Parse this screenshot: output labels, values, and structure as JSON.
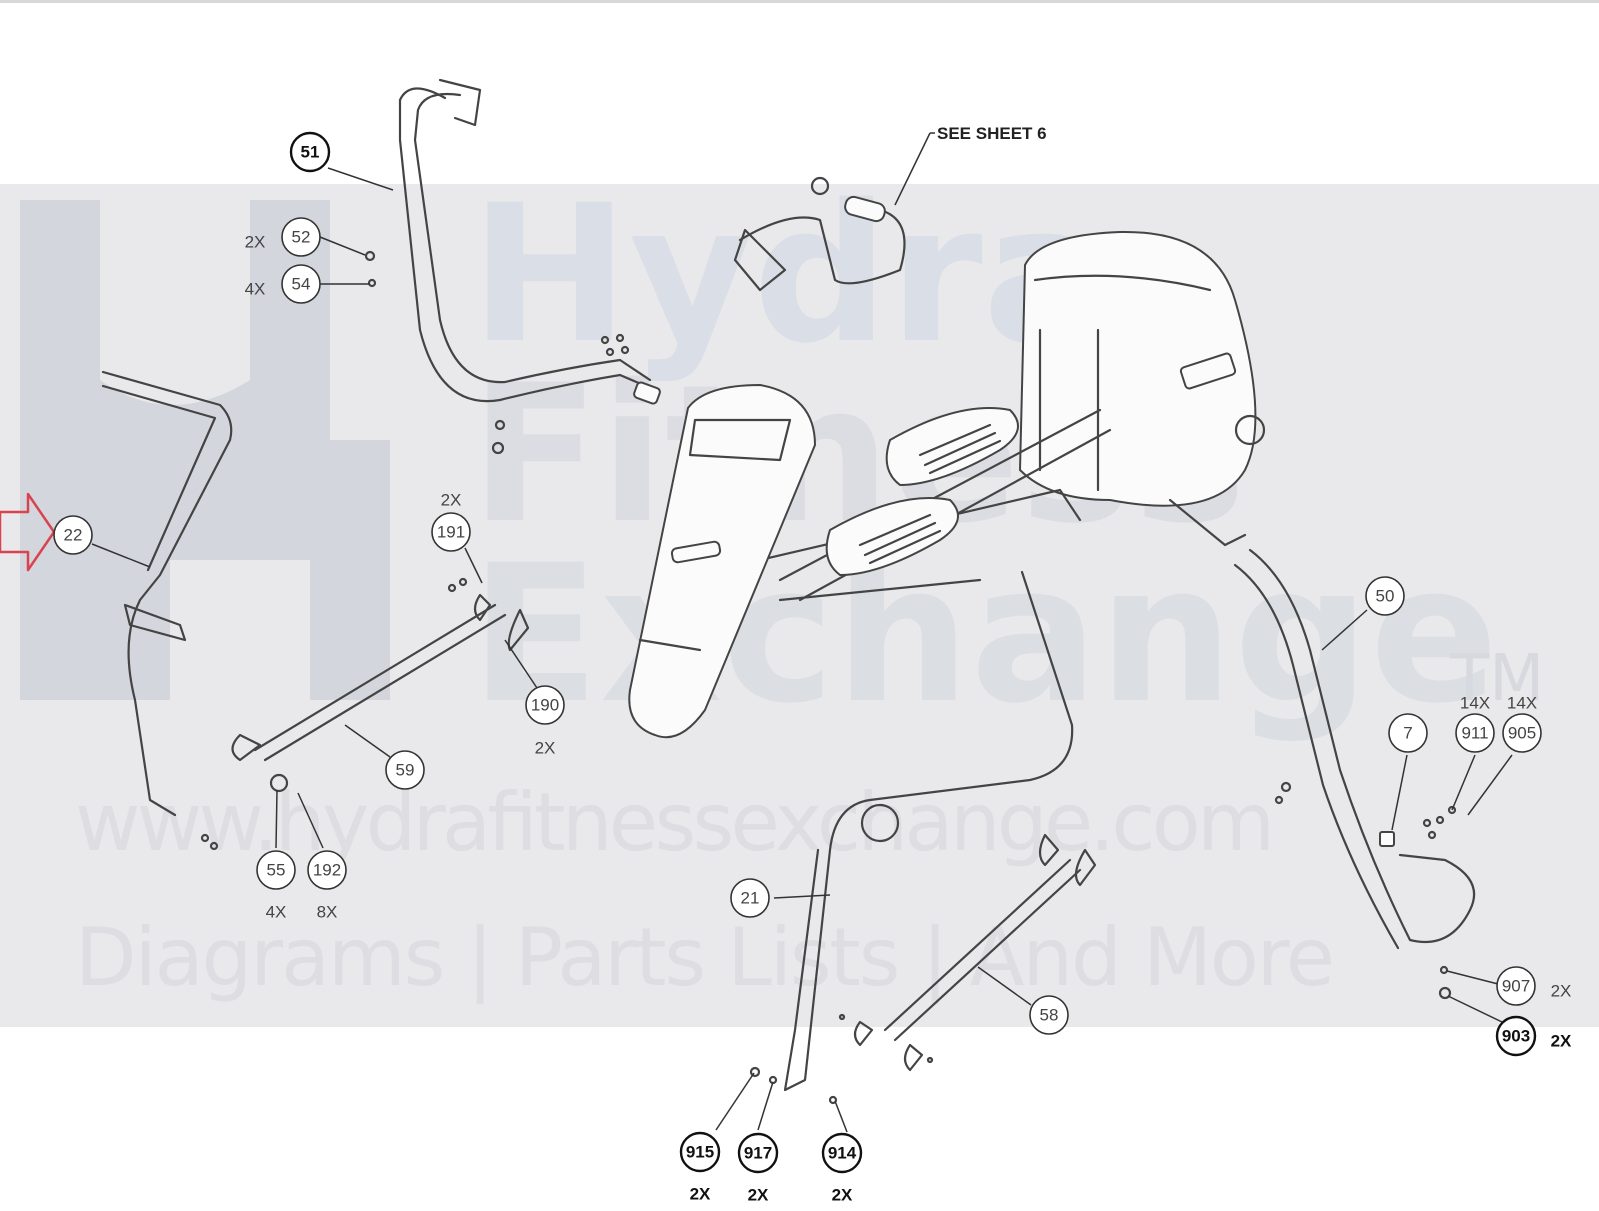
{
  "watermark": {
    "brand_lines": [
      "Hydra",
      "Fitness",
      "Exchange"
    ],
    "trademark": "TM",
    "url": "www.hydrafitnessexchange.com",
    "tagline": "Diagrams | Parts Lists | And More"
  },
  "reference_note": "SEE SHEET 6",
  "callouts": [
    {
      "id": "51",
      "qty": "",
      "bold": true
    },
    {
      "id": "52",
      "qty": "2X",
      "bold": false
    },
    {
      "id": "54",
      "qty": "4X",
      "bold": false
    },
    {
      "id": "22",
      "qty": "",
      "bold": false
    },
    {
      "id": "191",
      "qty": "2X",
      "bold": false
    },
    {
      "id": "190",
      "qty": "2X",
      "bold": false
    },
    {
      "id": "59",
      "qty": "",
      "bold": false
    },
    {
      "id": "55",
      "qty": "4X",
      "bold": false
    },
    {
      "id": "192",
      "qty": "8X",
      "bold": false
    },
    {
      "id": "50",
      "qty": "",
      "bold": false
    },
    {
      "id": "7",
      "qty": "",
      "bold": false
    },
    {
      "id": "911",
      "qty": "14X",
      "bold": false
    },
    {
      "id": "905",
      "qty": "14X",
      "bold": false
    },
    {
      "id": "21",
      "qty": "",
      "bold": false
    },
    {
      "id": "58",
      "qty": "",
      "bold": false
    },
    {
      "id": "907",
      "qty": "2X",
      "bold": false
    },
    {
      "id": "903",
      "qty": "2X",
      "bold": true
    },
    {
      "id": "915",
      "qty": "2X",
      "bold": true
    },
    {
      "id": "917",
      "qty": "2X",
      "bold": true
    },
    {
      "id": "914",
      "qty": "2X",
      "bold": true
    }
  ],
  "colors": {
    "highlight_arrow": "#d9434f",
    "watermark": "#c9ccd6",
    "line": "#444444"
  }
}
